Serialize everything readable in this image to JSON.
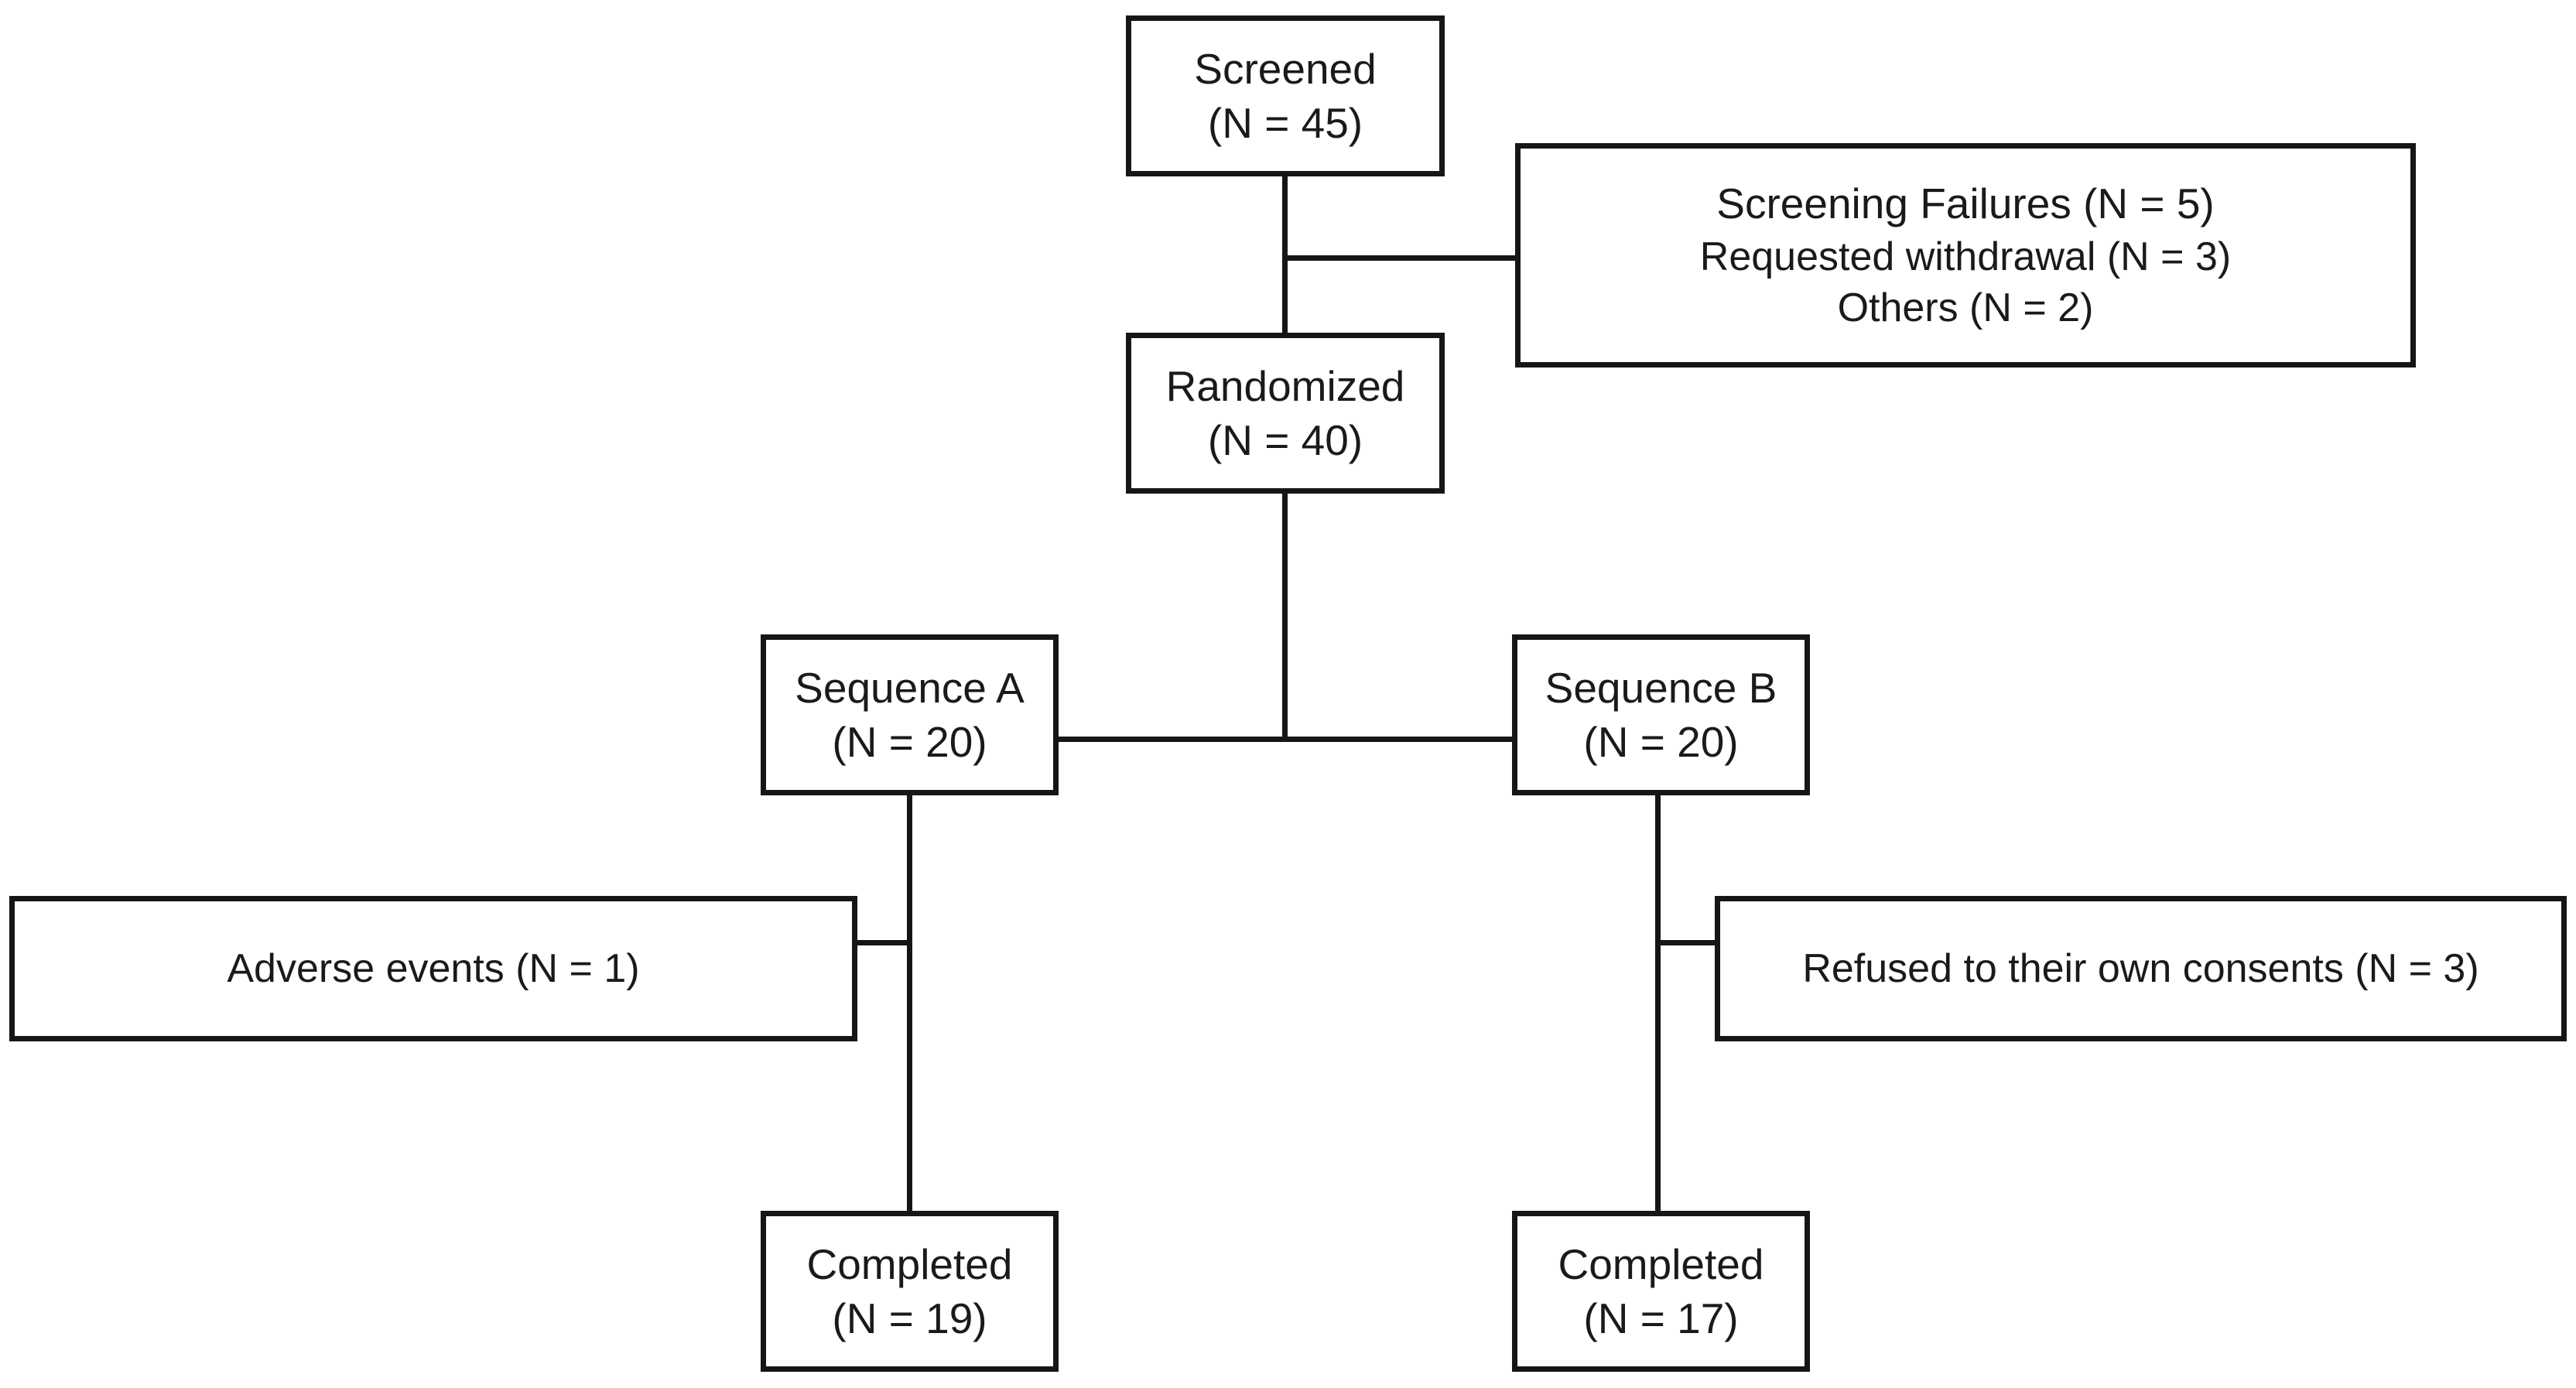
{
  "diagram": {
    "title": "CONSORT participant flow diagram",
    "type": "flowchart",
    "line_color": "#161616",
    "box_fill": "#ffffff",
    "nodes": {
      "screened": {
        "line1": "Screened",
        "line2": "(N = 45)"
      },
      "screening_failures": {
        "line1": "Screening Failures (N = 5)",
        "line2": "Requested withdrawal (N = 3)",
        "line3": "Others (N = 2)"
      },
      "randomized": {
        "line1": "Randomized",
        "line2": "(N = 40)"
      },
      "sequence_a": {
        "line1": "Sequence A",
        "line2": "(N = 20)"
      },
      "sequence_b": {
        "line1": "Sequence B",
        "line2": "(N = 20)"
      },
      "adverse_events": {
        "line1": "Adverse events (N = 1)"
      },
      "refused_consents": {
        "line1": "Refused to their own consents (N = 3)"
      },
      "completed_a": {
        "line1": "Completed",
        "line2": "(N = 19)"
      },
      "completed_b": {
        "line1": "Completed",
        "line2": "(N = 17)"
      }
    },
    "counts": {
      "screened": 45,
      "screening_failures_total": 5,
      "requested_withdrawal": 3,
      "others": 2,
      "randomized": 40,
      "sequence_a": 20,
      "sequence_b": 20,
      "adverse_events": 1,
      "refused_consents": 3,
      "completed_a": 19,
      "completed_b": 17
    },
    "edges": [
      {
        "from": "screened",
        "to": "randomized"
      },
      {
        "from": "screened",
        "to": "screening_failures"
      },
      {
        "from": "randomized",
        "to": "sequence_a"
      },
      {
        "from": "randomized",
        "to": "sequence_b"
      },
      {
        "from": "sequence_a",
        "to": "adverse_events"
      },
      {
        "from": "sequence_a",
        "to": "completed_a"
      },
      {
        "from": "sequence_b",
        "to": "refused_consents"
      },
      {
        "from": "sequence_b",
        "to": "completed_b"
      }
    ]
  }
}
